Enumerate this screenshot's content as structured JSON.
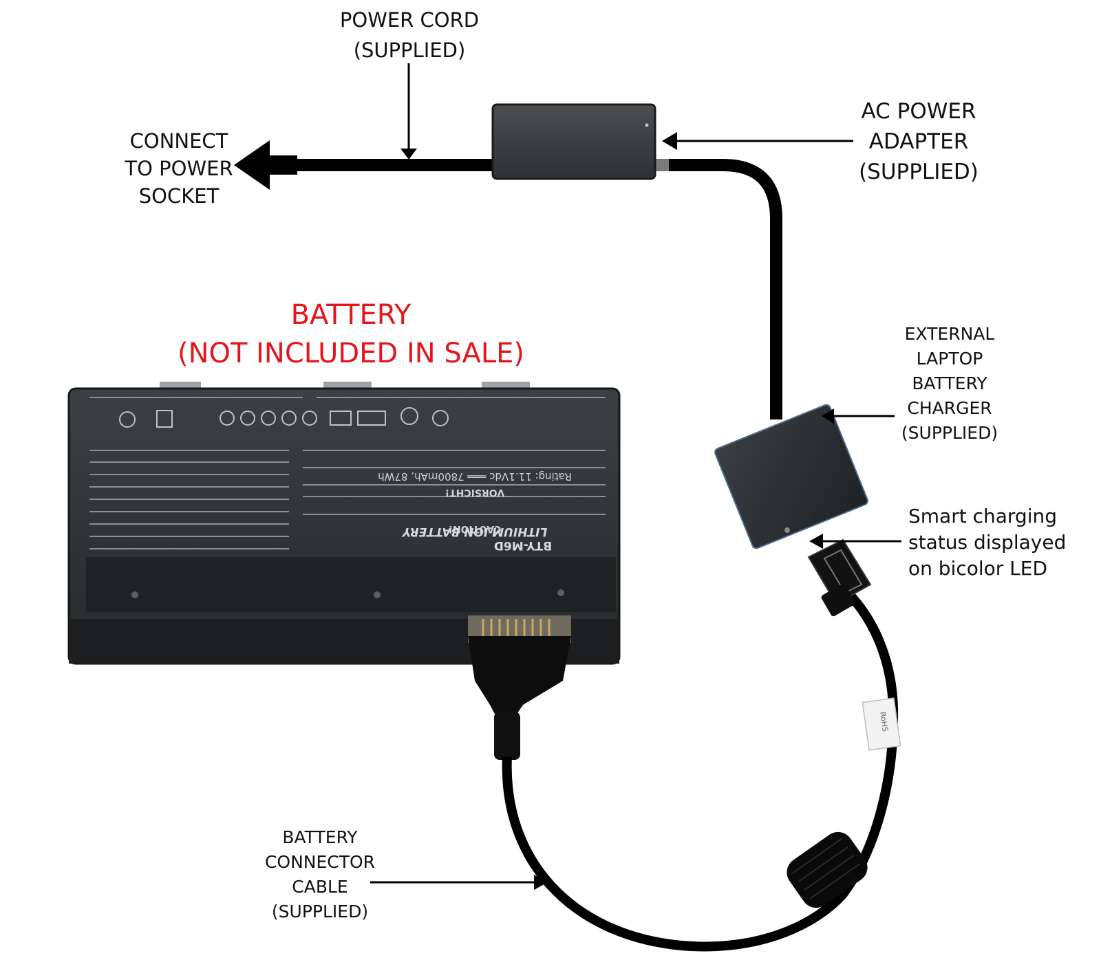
{
  "labels": {
    "power_cord": [
      "POWER CORD",
      "(SUPPLIED)"
    ],
    "connect_socket": [
      "CONNECT",
      "TO POWER",
      "SOCKET"
    ],
    "ac_adapter": [
      "AC POWER",
      "ADAPTER",
      "(SUPPLIED)"
    ],
    "battery": [
      "BATTERY",
      "(NOT INCLUDED IN SALE)"
    ],
    "external_charger": [
      "EXTERNAL",
      "LAPTOP",
      "BATTERY",
      "CHARGER",
      "(SUPPLIED)"
    ],
    "smart_led": [
      "Smart charging",
      "status displayed",
      "on bicolor LED"
    ],
    "connector_cable": [
      "BATTERY",
      "CONNECTOR",
      "CABLE",
      "(SUPPLIED)"
    ]
  },
  "battery_print": {
    "model": "BTY-M6D",
    "type": "LITHIUM ION BATTERY",
    "rating": "Rating: 11.1Vdc ═══ 7800mAh, 87Wh",
    "vorsicht": "VORSICHT!",
    "caution": "CAUTION!"
  },
  "cable_tag": "RoHS",
  "colors": {
    "label_text": "#111111",
    "battery_label": "#e4161c",
    "cable": "#000000",
    "battery_body": "#2b2e2f",
    "charger_body": "#2a2d30"
  }
}
